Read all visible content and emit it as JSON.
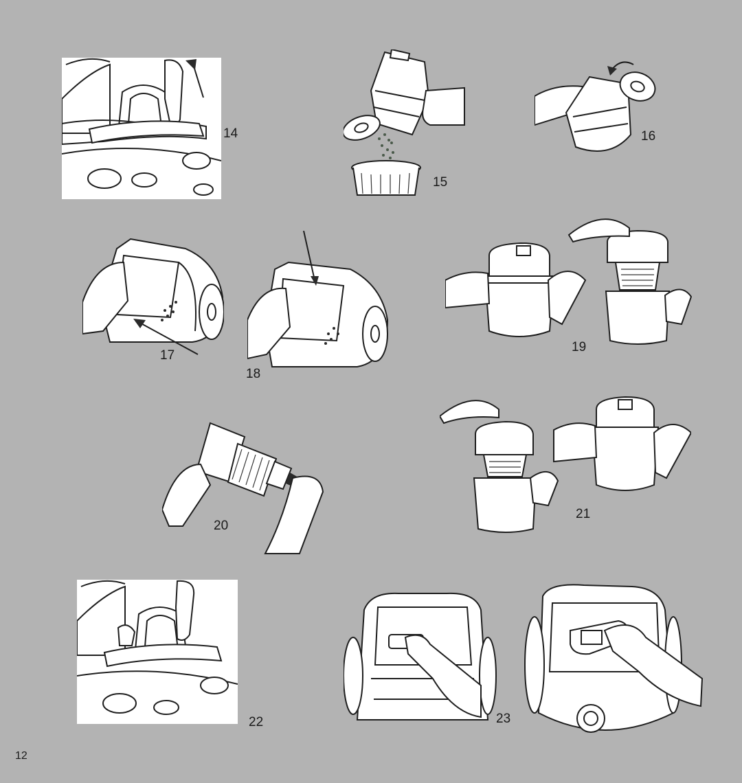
{
  "steps": {
    "s14": "14",
    "s15": "15",
    "s16": "16",
    "s17": "17",
    "s18": "18",
    "s19": "19",
    "s20": "20",
    "s21": "21",
    "s22": "22",
    "s23": "23"
  },
  "page_number": "12",
  "colors": {
    "background": "#b3b3b3",
    "line_art": "#1e1e1e",
    "fill": "#ffffff"
  }
}
